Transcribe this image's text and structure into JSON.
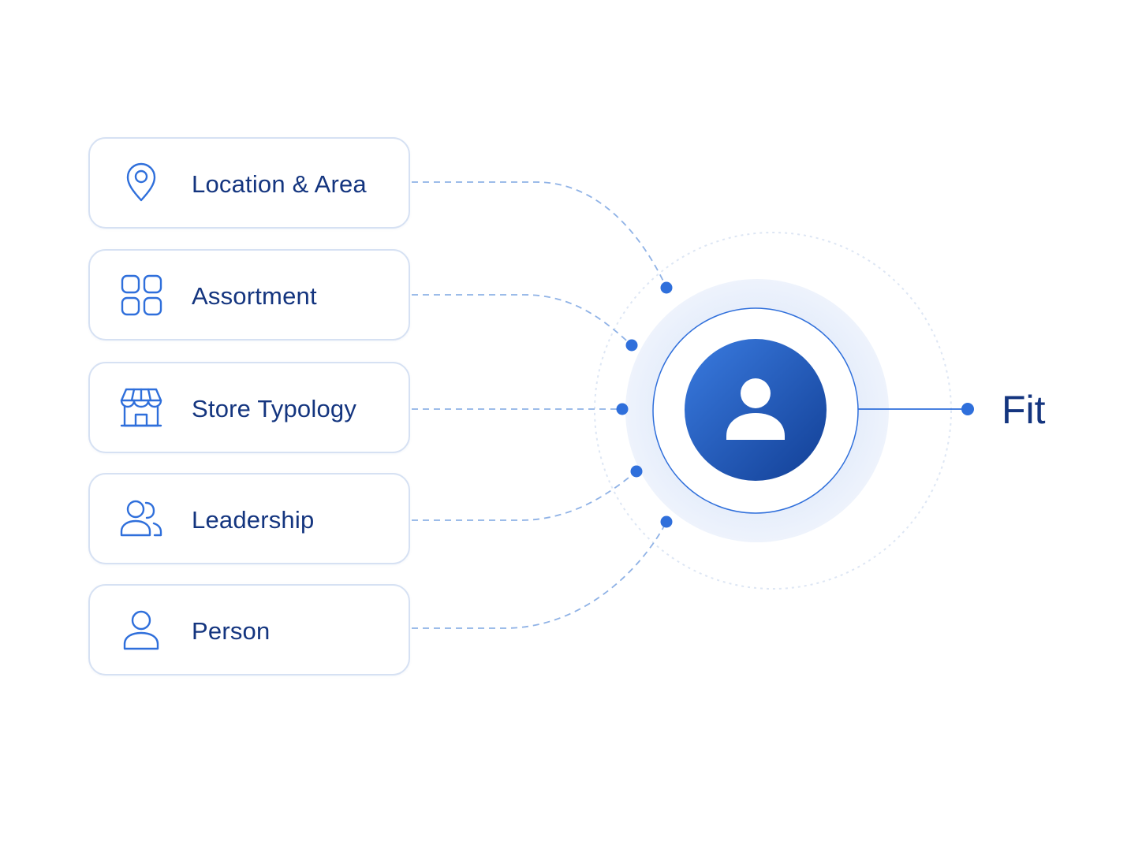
{
  "factors": [
    {
      "label": "Location & Area",
      "icon": "location-pin-icon"
    },
    {
      "label": "Assortment",
      "icon": "grid-icon"
    },
    {
      "label": "Store Typology",
      "icon": "storefront-icon"
    },
    {
      "label": "Leadership",
      "icon": "team-icon"
    },
    {
      "label": "Person",
      "icon": "person-icon"
    }
  ],
  "center": {
    "icon": "user-avatar-icon"
  },
  "output": {
    "label": "Fit"
  },
  "colors": {
    "primary": "#14357f",
    "accent": "#2f6fdb",
    "card_border": "#d6e1f3",
    "connector": "#8fb2e6",
    "halo": "#e3ecfa"
  }
}
